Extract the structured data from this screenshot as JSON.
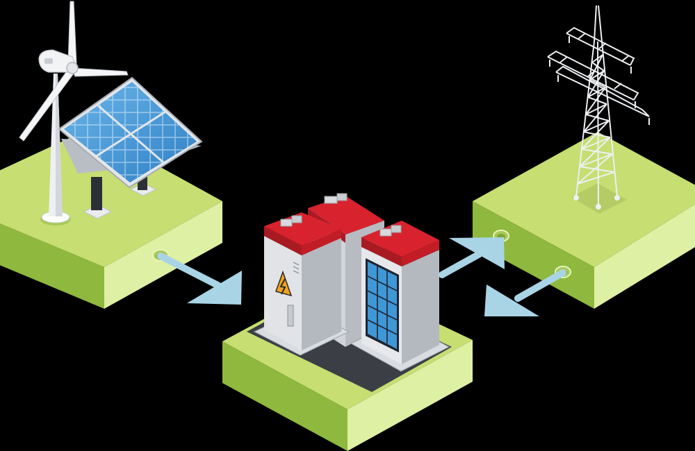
{
  "diagram": {
    "nodes": [
      {
        "id": "renewable-generation",
        "items": [
          "wind-turbine",
          "solar-panel"
        ]
      },
      {
        "id": "battery-storage",
        "items": [
          "battery-cabinet-warning",
          "battery-cabinet-rear",
          "battery-cabinet-solar"
        ]
      },
      {
        "id": "power-grid",
        "items": [
          "transmission-tower"
        ]
      }
    ],
    "edges": [
      {
        "from": "renewable-generation",
        "to": "battery-storage",
        "direction": "one-way"
      },
      {
        "from": "battery-storage",
        "to": "power-grid",
        "direction": "one-way"
      },
      {
        "from": "power-grid",
        "to": "battery-storage",
        "direction": "one-way"
      }
    ]
  },
  "colors": {
    "background": "#000000",
    "platform_top": "#c6de72",
    "platform_left": "#8fb83e",
    "platform_right": "#def0a4",
    "arrow": "#a9d4e6",
    "cabinet_body": "#c4c7cc",
    "cabinet_cap": "#d8232e",
    "solar_cell": "#3f97d6",
    "warning": "#f2a31c"
  }
}
